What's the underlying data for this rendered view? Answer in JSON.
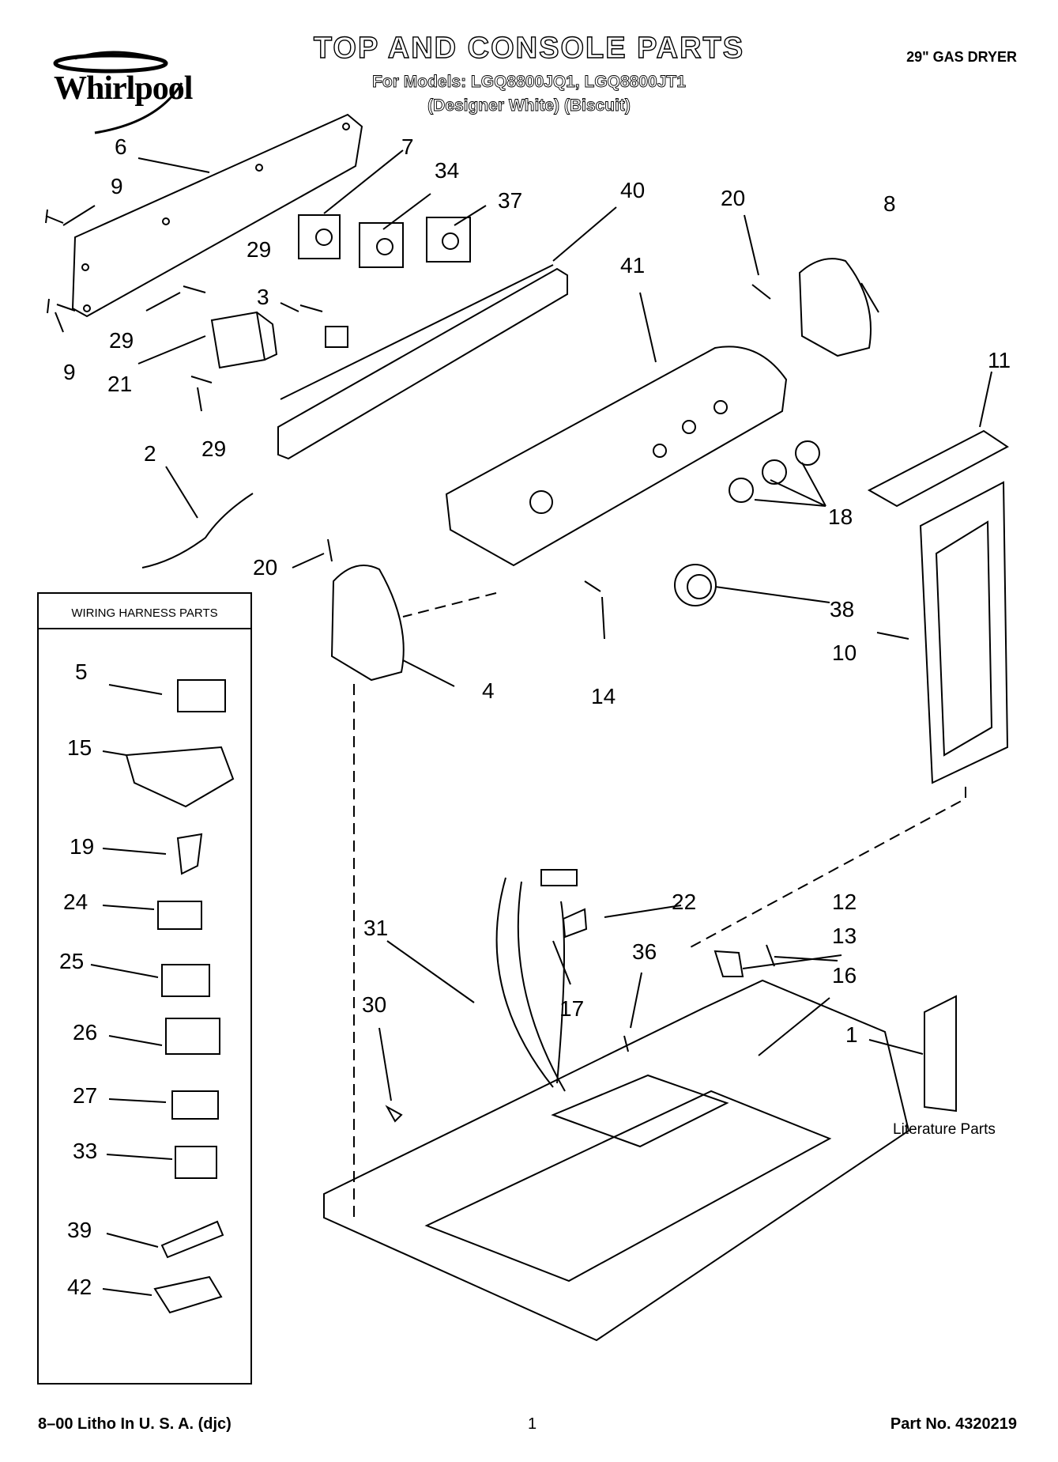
{
  "header": {
    "title": "TOP AND CONSOLE PARTS",
    "models_line": "For Models: LGQ8800JQ1, LGQ8800JT1",
    "colors_line": "(Designer White)  (Biscuit)",
    "product_type": "29\" GAS DRYER",
    "brand": "Whirlpool"
  },
  "wiring_box": {
    "title": "WIRING HARNESS PARTS",
    "callouts": [
      "5",
      "15",
      "19",
      "24",
      "25",
      "26",
      "27",
      "33",
      "39",
      "42"
    ]
  },
  "callouts": {
    "c6": "6",
    "c9a": "9",
    "c9b": "9",
    "c29a": "29",
    "c29b": "29",
    "c29c": "29",
    "c3": "3",
    "c21": "21",
    "c7": "7",
    "c34": "34",
    "c37": "37",
    "c40": "40",
    "c41": "41",
    "c20a": "20",
    "c20b": "20",
    "c8": "8",
    "c11": "11",
    "c2": "2",
    "c18": "18",
    "c38": "38",
    "c10": "10",
    "c4": "4",
    "c14": "14",
    "c22": "22",
    "c31": "31",
    "c12": "12",
    "c13": "13",
    "c36": "36",
    "c16": "16",
    "c17": "17",
    "c30": "30",
    "c1": "1"
  },
  "literature_label": "Literature Parts",
  "footer": {
    "left": "8–00 Litho In U. S. A. (djc)",
    "center": "1",
    "right": "Part No. 4320219"
  }
}
